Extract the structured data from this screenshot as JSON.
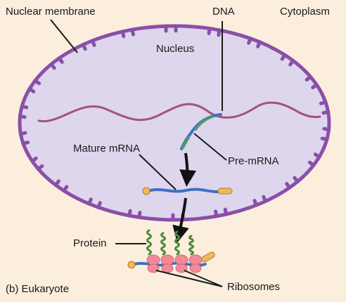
{
  "labels": {
    "nuclear_membrane": "Nuclear membrane",
    "dna": "DNA",
    "cytoplasm": "Cytoplasm",
    "nucleus": "Nucleus",
    "mature_mrna": "Mature mRNA",
    "pre_mrna": "Pre-mRNA",
    "protein": "Protein",
    "ribosomes": "Ribosomes",
    "caption": "(b) Eukaryote"
  },
  "colors": {
    "background": "#fbeedd",
    "nucleus_fill": "#ddd6ec",
    "membrane": "#8a4fa8",
    "dna": "#a3527c",
    "mrna_blue": "#3f6fc4",
    "mrna_green": "#4e9a6a",
    "cap": "#f1b95a",
    "ribosome": "#f08a97",
    "protein": "#4f8a3a",
    "arrow": "#111111",
    "leader": "#1a1a1a"
  }
}
